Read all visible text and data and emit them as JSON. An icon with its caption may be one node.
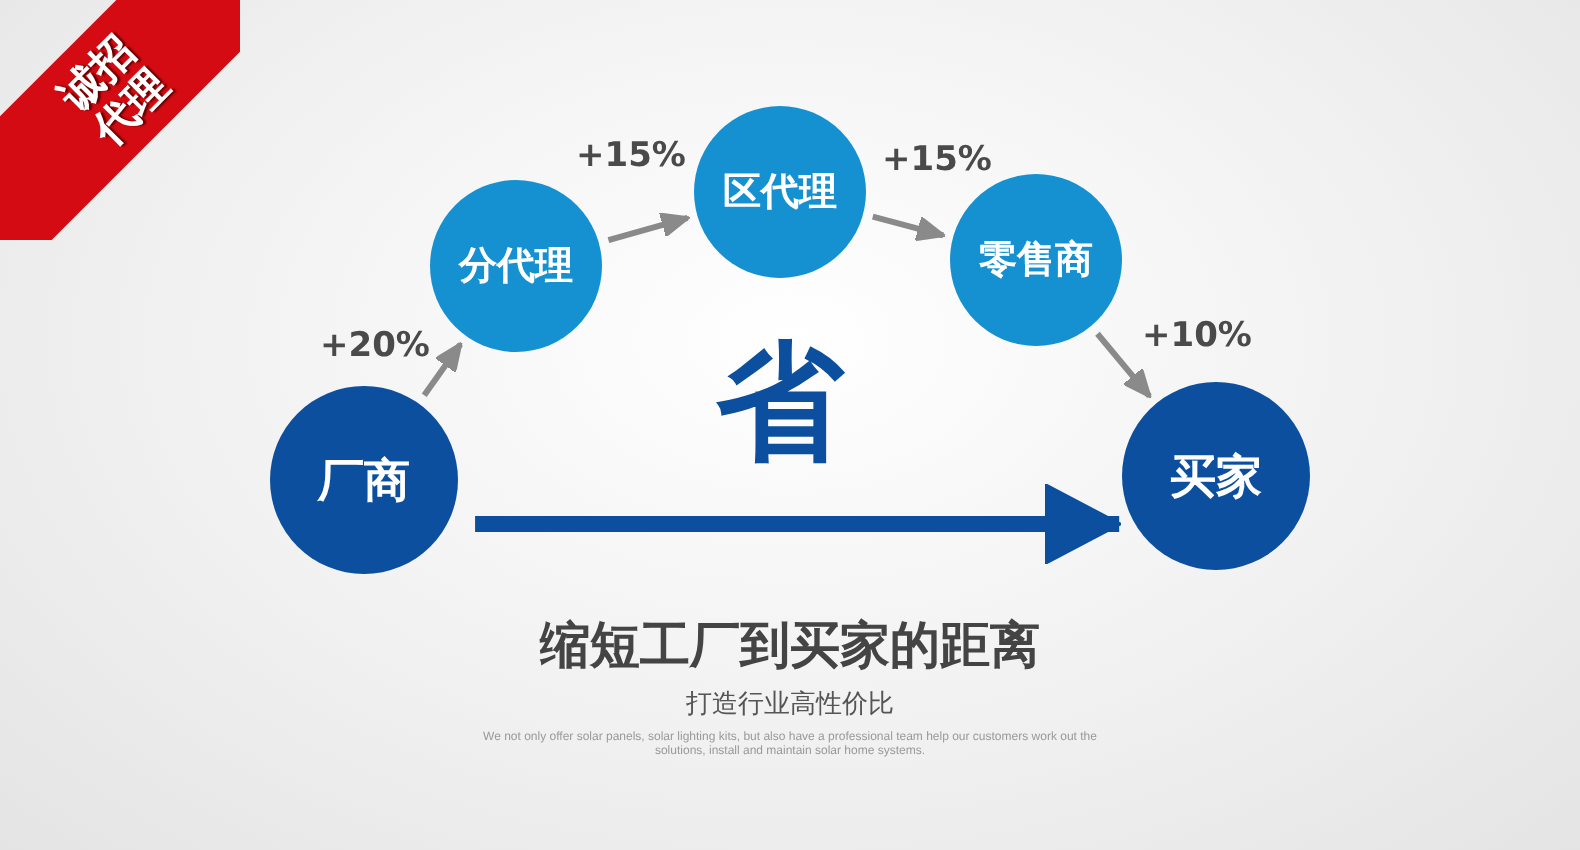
{
  "diagram": {
    "title": "缩短工厂到买家的距离",
    "nodes": [
      {
        "text": [
          "厂商"
        ]
      },
      {
        "text": [
          "分代理"
        ]
      },
      {
        "text": [
          "区代理"
        ]
      },
      {
        "text": [
          "零售商"
        ]
      },
      {
        "text": [
          "买家"
        ]
      }
    ],
    "edges": [
      {
        "from": 0,
        "to": 1,
        "arrow": "to",
        "label": "+20%"
      },
      {
        "from": 1,
        "to": 2,
        "arrow": "to",
        "label": "+15%"
      },
      {
        "from": 2,
        "to": 3,
        "arrow": "to",
        "label": "+15%"
      },
      {
        "from": 3,
        "to": 4,
        "arrow": "to",
        "label": "+10%"
      },
      {
        "from": 0,
        "to": 4,
        "arrow": "to",
        "label": "省",
        "style": "thick",
        "color": "#0b4f9e"
      }
    ],
    "labels": [
      "诚招代理",
      "打造行业高性价比",
      "We not only offer solar panels, solar lighting kits, but also have a professional team help our customers work out the solutions, install and maintain solar home systems."
    ]
  }
}
